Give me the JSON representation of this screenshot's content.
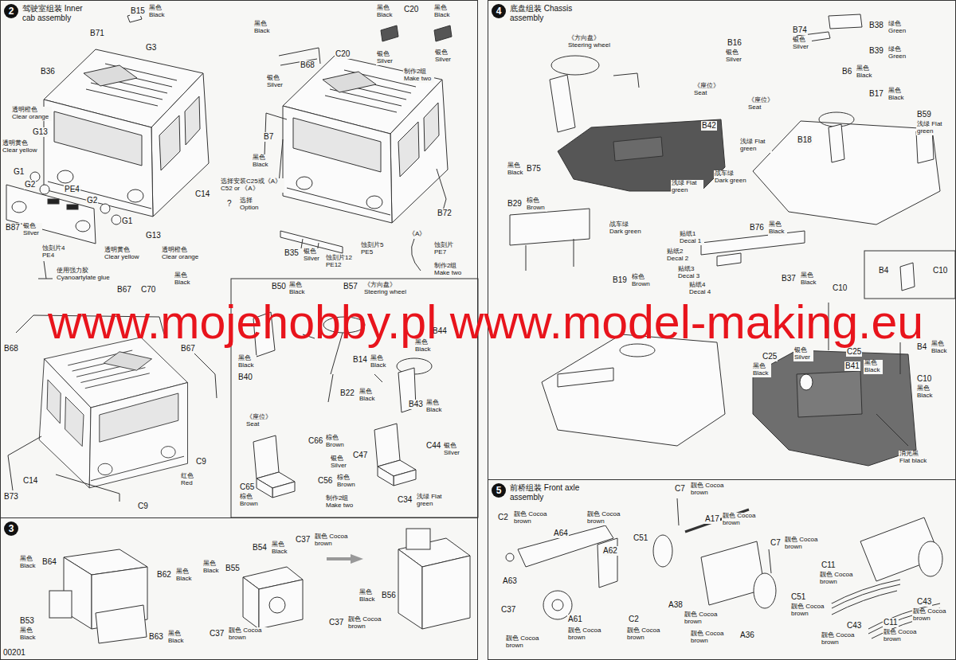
{
  "diagram": {
    "nodes": [
      {
        "text": [
          "2",
          "驾驶室组装 Inner cab assembly"
        ]
      },
      {
        "text": [
          "3"
        ]
      },
      {
        "text": [
          "4",
          "底盘组装 Chassis assembly"
        ]
      },
      {
        "text": [
          "5",
          "前桥组装 Front axle assembly"
        ]
      }
    ],
    "labels": [
      "B15",
      "黑色 Black",
      "B71",
      "G3",
      "B36",
      "透明橙色 Clear orange",
      "G13",
      "透明黄色 Clear yellow",
      "G1",
      "G2",
      "PE4",
      "G2",
      "B87",
      "银色 Silver",
      "蚀刻片4 PE4",
      "G1",
      "透明黄色 Clear yellow",
      "G13",
      "透明橙色 Clear orange",
      "C14",
      "黑色 Black",
      "B68",
      "银色 Silver",
      "C20",
      "C20",
      "黑色 Black",
      "黑色 Black",
      "银色 Silver",
      "银色 Silver",
      "制作2组 Make two",
      "B7",
      "黑色 Black",
      "选择安装C25或《A》 C52 or 《A》",
      "?",
      "选择 Option",
      "B72",
      "B35",
      "银色 Silver",
      "蚀刻片12 PE12",
      "蚀刻片5 PE5",
      "《A》",
      "蚀刻片 PE7",
      "制作2组 Make two",
      "使用强力胶 Cyanoartylate glue",
      "黑色 Black",
      "B67",
      "C70",
      "B68",
      "B67",
      "C14",
      "B73",
      "C9",
      "红色 Red",
      "C9",
      "B50",
      "黑色 Black",
      "B57",
      "《方向盘》 Steering wheel",
      "黑色 Black",
      "B40",
      "B14",
      "黑色 Black",
      "B44",
      "黑色 Black",
      "B22",
      "黑色 Black",
      "B43",
      "黑色 Black",
      "《座位》 Seat",
      "C66",
      "棕色 Brown",
      "C47",
      "银色 Silver",
      "C44",
      "银色 Silver",
      "C65",
      "棕色 Brown",
      "C56",
      "棕色 Brown",
      "制作2组 Make two",
      "C34",
      "浅绿 Flat green",
      "黑色 Black",
      "B64",
      "B62",
      "黑色 Black",
      "B53",
      "黑色 Black",
      "B63",
      "黑色 Black",
      "黑色 Black",
      "B55",
      "B54",
      "黑色 Black",
      "C37",
      "靓色 Cocoa brown",
      "黑色 Black",
      "B56",
      "C37",
      "靓色 Cocoa brown",
      "C37",
      "靓色 Cocoa brown",
      "00201",
      "《方向盘》 Steering wheel",
      "《座位》 Seat",
      "B16",
      "银色 Silver",
      "B74",
      "银色 Silver",
      "B38",
      "绿色 Green",
      "B39",
      "绿色 Green",
      "B6",
      "黑色 Black",
      "B17",
      "黑色 Black",
      "《座位》 Seat",
      "B59",
      "浅绿 Flat green",
      "B18",
      "浅绿 Flat green",
      "B42",
      "黑色 Black",
      "B75",
      "浅绿 Flat green",
      "战车绿 Dark green",
      "战车绿 Dark green",
      "B29",
      "棕色 Brown",
      "B76",
      "黑色 Black",
      "贴纸1 Decal 1",
      "贴纸2 Decal 2",
      "贴纸3 Decal 3",
      "贴纸4 Decal 4",
      "B37",
      "黑色 Black",
      "B19",
      "棕色 Brown",
      "B4",
      "C10",
      "银色 Silver",
      "C10",
      "C25",
      "C25",
      "黑色 Black",
      "B41",
      "黑色 Black",
      "B4",
      "黑色 Black",
      "C10",
      "黑色 Black",
      "消光黑 Flat black",
      "C7",
      "靓色 Cocoa brown",
      "C2",
      "靓色 Cocoa brown",
      "A64",
      "靓色 Cocoa brown",
      "A62",
      "A17",
      "靓色 Cocoa brown",
      "C51",
      "C7",
      "靓色 Cocoa brown",
      "C11",
      "靓色 Cocoa brown",
      "A63",
      "C37",
      "靓色 Cocoa brown",
      "A61",
      "靓色 Cocoa brown",
      "A38",
      "靓色 Cocoa brown",
      "C2",
      "靓色 Cocoa brown",
      "C51",
      "靓色 Cocoa brown",
      "A36",
      "靓色 Cocoa brown",
      "C43",
      "靓色 Cocoa brown",
      "C11",
      "靓色 Cocoa brown",
      "C43",
      "靓色 Cocoa brown",
      "www.mojehobby.pl www.model-making.eu"
    ]
  }
}
